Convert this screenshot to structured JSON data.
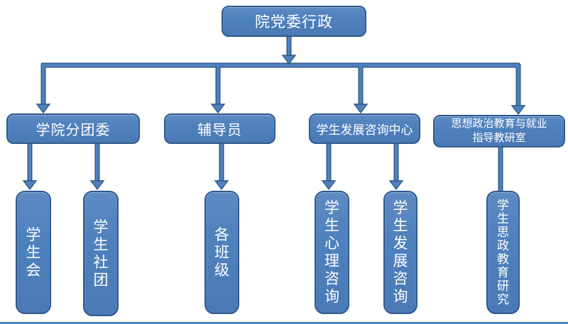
{
  "diagram": {
    "type": "org-chart",
    "colors": {
      "node_fill": "#4f81bd",
      "node_border": "#315a8d",
      "connector_core": "#4f81bd",
      "connector_outline": "#2d5986",
      "text": "#ffffff",
      "background": "#ffffff"
    },
    "nodes": {
      "root": {
        "label": "院党委行政"
      },
      "league_committee": {
        "label": "学院分团委"
      },
      "counselor": {
        "label": "辅导员"
      },
      "development_center": {
        "label": "学生发展咨询中心"
      },
      "ideology_office": {
        "line1": "思想政治教育与就业",
        "line2": "指导教研室"
      },
      "student_union": {
        "label": "学生会"
      },
      "student_clubs": {
        "label": "学生社团"
      },
      "classes": {
        "label": "各班级"
      },
      "psych_counseling": {
        "label": "学生心理咨询"
      },
      "development_counseling": {
        "label": "学生发展咨询"
      },
      "ideology_research": {
        "label": "学生思政教育研究"
      }
    }
  }
}
